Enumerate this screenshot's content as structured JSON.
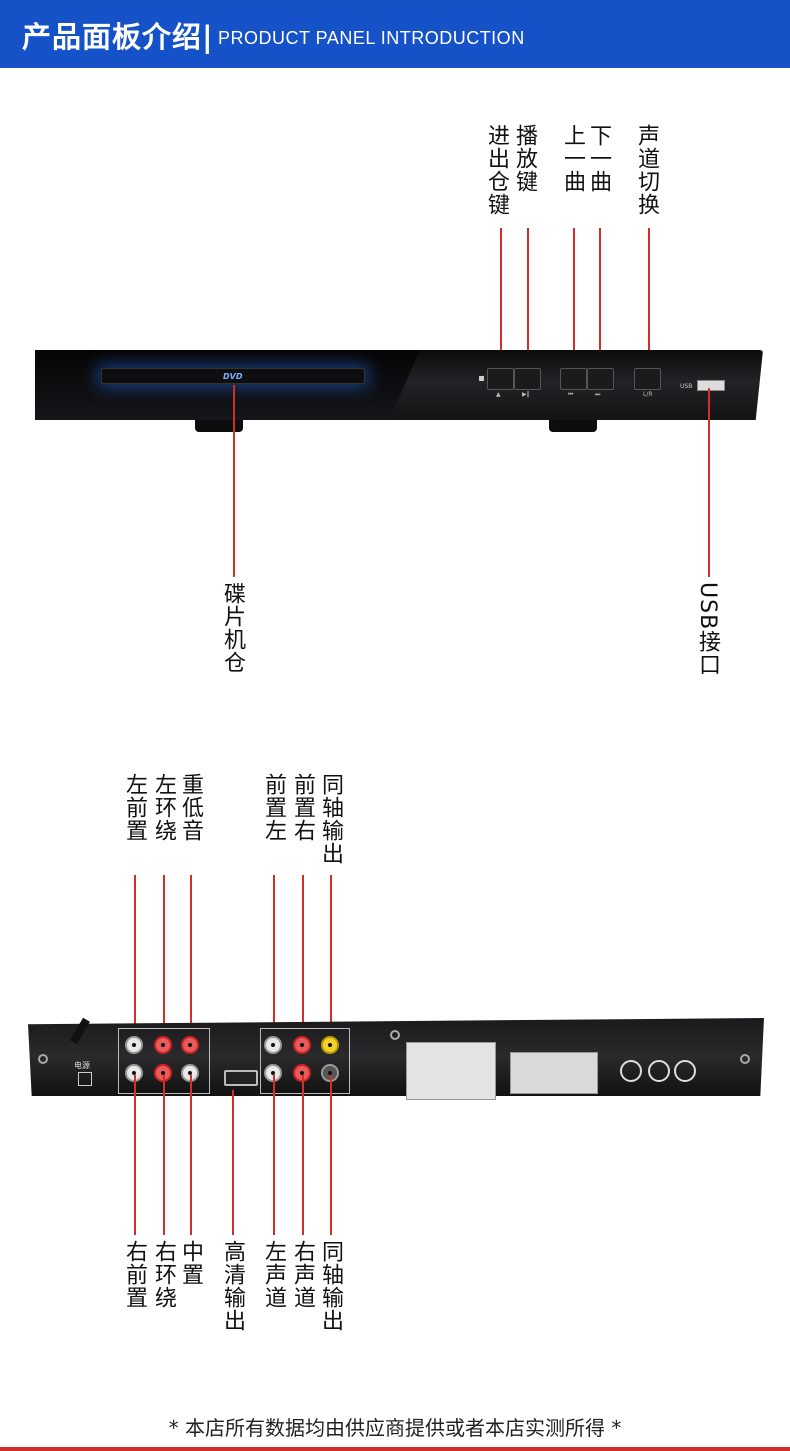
{
  "header": {
    "title_cn": "产品面板介绍",
    "separator": "|",
    "title_en": "PRODUCT PANEL INTRODUCTION"
  },
  "front_panel": {
    "labels": {
      "eject": "进出仓键",
      "play": "播放键",
      "prev": "上一曲",
      "next": "下一曲",
      "audio_channel": "声道切换",
      "disc_tray": "碟片机仓",
      "usb": "USB接口"
    },
    "device_text": {
      "dvd_logo": "DVD",
      "usb_mark": "USB",
      "lr_mark": "L/R"
    }
  },
  "rear_panel": {
    "labels": {
      "front_left_top": "左前置",
      "surround_left": "左环绕",
      "subwoofer": "重低音",
      "front_left_b": "前置左",
      "front_right_b": "前置右",
      "coaxial_top": "同轴输出",
      "front_right": "右前置",
      "surround_right": "右环绕",
      "center": "中置",
      "hdmi_out": "高清输出",
      "left_channel": "左声道",
      "right_channel": "右声道",
      "coaxial_bottom": "同轴输出"
    },
    "device_text": {
      "power": "电源"
    }
  },
  "footer": {
    "note": "*   本店所有数据均由供应商提供或者本店实测所得   *"
  },
  "colors": {
    "header_bg": "#1552c8",
    "leader_line": "#d23026"
  }
}
